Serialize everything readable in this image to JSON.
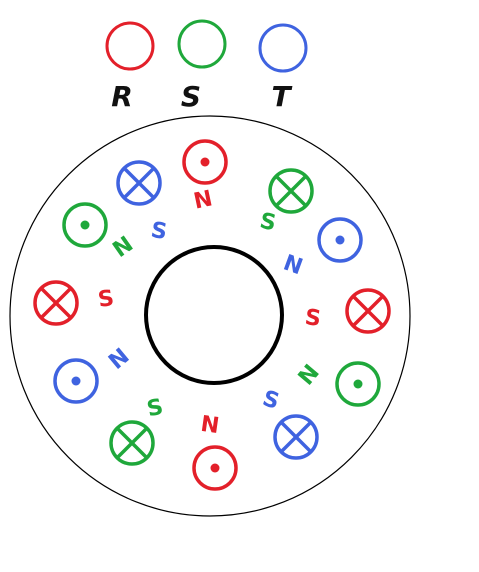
{
  "colors": {
    "R": "#e3202a",
    "S": "#1fa83b",
    "T": "#3f63e0",
    "outline": "#000000",
    "background": "#ffffff"
  },
  "legend": [
    {
      "key": "R",
      "label": "R",
      "color": "#e3202a"
    },
    {
      "key": "S",
      "label": "S",
      "color": "#1fa83b"
    },
    {
      "key": "T",
      "label": "T",
      "color": "#3f63e0"
    }
  ],
  "coils": [
    {
      "id": "coil-top",
      "phase": "R",
      "symbol": "dot"
    },
    {
      "id": "coil-upper-right-green",
      "phase": "S",
      "symbol": "cross"
    },
    {
      "id": "coil-right-blue",
      "phase": "T",
      "symbol": "dot"
    },
    {
      "id": "coil-right-red",
      "phase": "R",
      "symbol": "cross"
    },
    {
      "id": "coil-lower-right-green",
      "phase": "S",
      "symbol": "dot"
    },
    {
      "id": "coil-lower-right-blue",
      "phase": "T",
      "symbol": "cross"
    },
    {
      "id": "coil-bottom",
      "phase": "R",
      "symbol": "dot"
    },
    {
      "id": "coil-lower-left-green",
      "phase": "S",
      "symbol": "cross"
    },
    {
      "id": "coil-left-blue",
      "phase": "T",
      "symbol": "dot"
    },
    {
      "id": "coil-left-red",
      "phase": "R",
      "symbol": "cross"
    },
    {
      "id": "coil-upper-left-green",
      "phase": "S",
      "symbol": "dot"
    },
    {
      "id": "coil-upper-left-blue",
      "phase": "T",
      "symbol": "cross"
    }
  ],
  "poles": [
    {
      "id": "pole-top-n",
      "text": "N",
      "phase": "R"
    },
    {
      "id": "pole-upper-right-s",
      "text": "S",
      "phase": "S"
    },
    {
      "id": "pole-right-n",
      "text": "N",
      "phase": "T"
    },
    {
      "id": "pole-right-s",
      "text": "S",
      "phase": "R"
    },
    {
      "id": "pole-lower-right-n",
      "text": "N",
      "phase": "S"
    },
    {
      "id": "pole-lower-right-s",
      "text": "S",
      "phase": "T"
    },
    {
      "id": "pole-bottom-n",
      "text": "N",
      "phase": "R"
    },
    {
      "id": "pole-lower-left-s",
      "text": "S",
      "phase": "S"
    },
    {
      "id": "pole-left-n",
      "text": "N",
      "phase": "T"
    },
    {
      "id": "pole-left-s",
      "text": "S",
      "phase": "R"
    },
    {
      "id": "pole-upper-left-n",
      "text": "N",
      "phase": "S"
    },
    {
      "id": "pole-upper-left-s",
      "text": "S",
      "phase": "T"
    }
  ]
}
